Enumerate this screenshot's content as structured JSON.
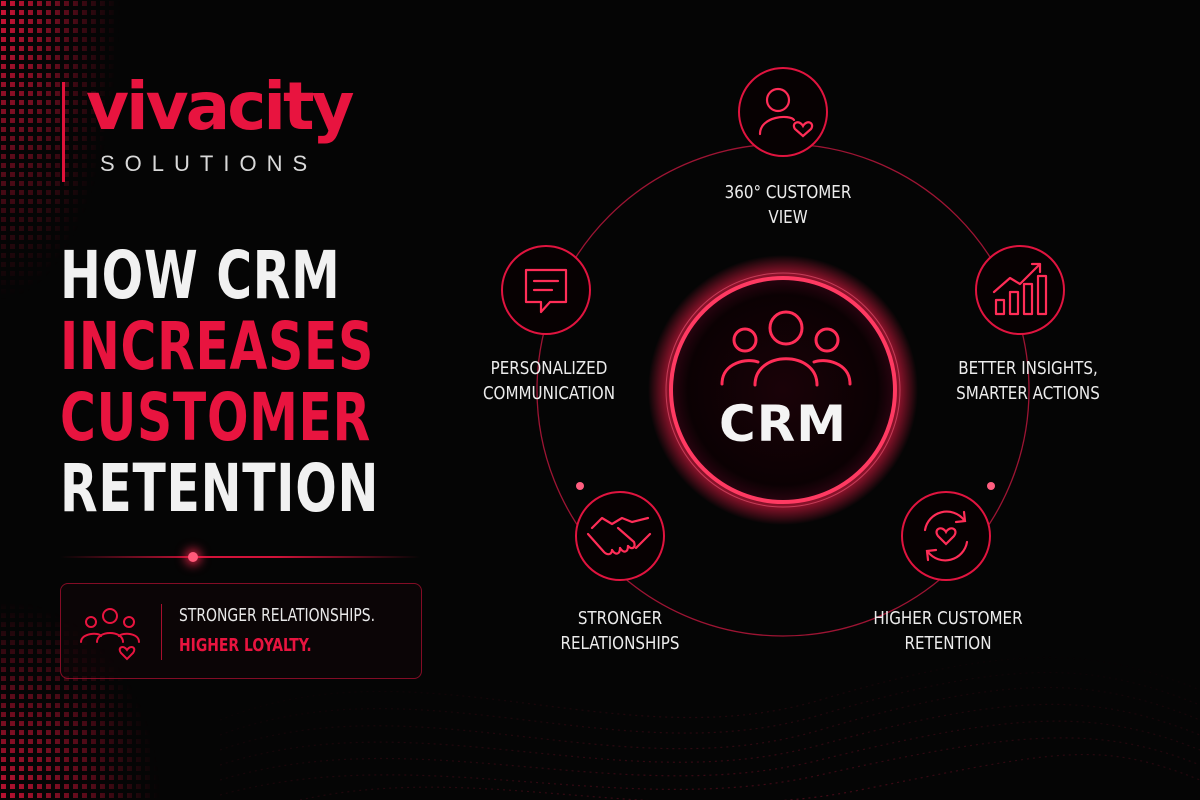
{
  "brand": {
    "name": "vivacity",
    "subtitle": "SOLUTIONS",
    "accent_color": "#e8143f"
  },
  "headline": {
    "line1": "HOW CRM",
    "line2": "INCREASES",
    "line3": "CUSTOMER",
    "line4": "RETENTION"
  },
  "tagline": {
    "icon": "team-heart-icon",
    "line1": "STRONGER RELATIONSHIPS.",
    "line2": "HIGHER LOYALTY."
  },
  "diagram": {
    "center": {
      "label": "CRM",
      "icon": "people-group-icon"
    },
    "nodes": [
      {
        "id": "customer-view",
        "line1": "360° CUSTOMER",
        "line2": "VIEW",
        "icon": "user-heart-icon"
      },
      {
        "id": "insights",
        "line1": "BETTER INSIGHTS,",
        "line2": "SMARTER ACTIONS",
        "icon": "bar-chart-up-icon"
      },
      {
        "id": "retention",
        "line1": "HIGHER CUSTOMER",
        "line2": "RETENTION",
        "icon": "cycle-heart-icon"
      },
      {
        "id": "relationships",
        "line1": "STRONGER",
        "line2": "RELATIONSHIPS",
        "icon": "handshake-icon"
      },
      {
        "id": "communication",
        "line1": "PERSONALIZED",
        "line2": "COMMUNICATION",
        "icon": "chat-message-icon"
      }
    ]
  }
}
